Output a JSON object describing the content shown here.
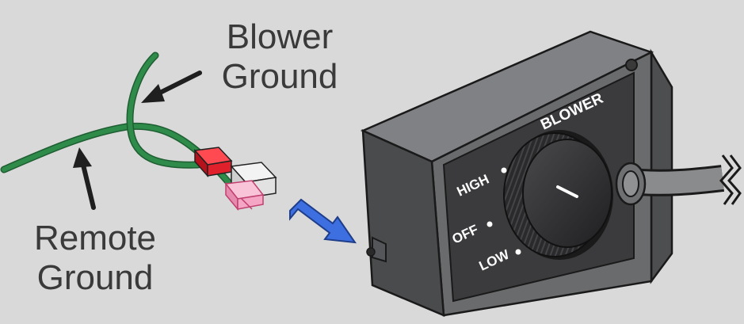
{
  "callouts": {
    "blower_ground": {
      "line1": "Blower",
      "line2": "Ground"
    },
    "remote_ground": {
      "line1": "Remote",
      "line2": "Ground"
    }
  },
  "switch": {
    "title": "BLOWER",
    "positions": [
      "HIGH",
      "OFF",
      "LOW"
    ]
  },
  "colors": {
    "background": "#d9d9d9",
    "wire": "#2e8b4a",
    "connector_red": "#e0202a",
    "connector_pink": "#f4a6c4",
    "arrow_blue": "#3d6fe0",
    "housing": "#5f6062",
    "faceplate": "#3b3b3d",
    "callout_text": "#3a3a3a"
  }
}
